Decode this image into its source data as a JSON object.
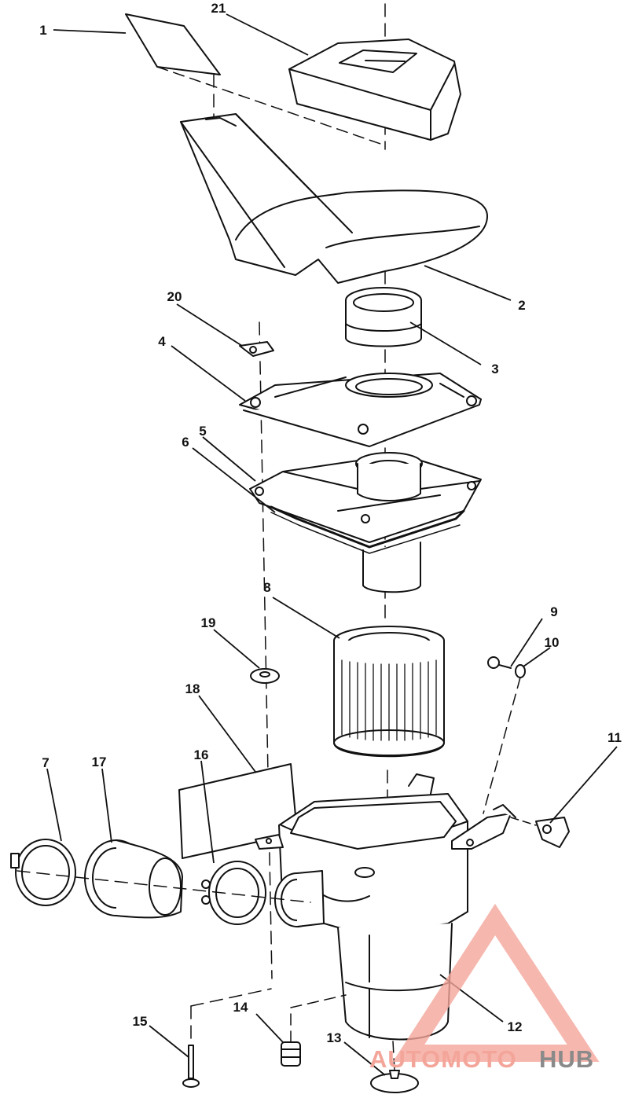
{
  "diagram": {
    "callouts": [
      {
        "id": "1",
        "text": "1"
      },
      {
        "id": "2",
        "text": "2"
      },
      {
        "id": "3",
        "text": "3"
      },
      {
        "id": "4",
        "text": "4"
      },
      {
        "id": "5",
        "text": "5"
      },
      {
        "id": "6",
        "text": "6"
      },
      {
        "id": "7",
        "text": "7"
      },
      {
        "id": "8",
        "text": "8"
      },
      {
        "id": "9",
        "text": "9"
      },
      {
        "id": "10",
        "text": "10"
      },
      {
        "id": "11",
        "text": "11"
      },
      {
        "id": "12",
        "text": "12"
      },
      {
        "id": "13",
        "text": "13"
      },
      {
        "id": "14",
        "text": "14"
      },
      {
        "id": "15",
        "text": "15"
      },
      {
        "id": "16",
        "text": "16"
      },
      {
        "id": "17",
        "text": "17"
      },
      {
        "id": "18",
        "text": "18"
      },
      {
        "id": "19",
        "text": "19"
      },
      {
        "id": "20",
        "text": "20"
      },
      {
        "id": "21",
        "text": "21"
      }
    ]
  },
  "watermark": {
    "brand_part1": "AUTOMOTO",
    "brand_part2": "HUB",
    "colors": {
      "accent": "#f4a59a",
      "dark": "#8a8a8a"
    }
  }
}
